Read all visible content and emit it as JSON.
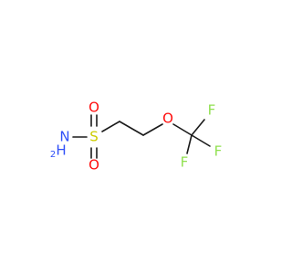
{
  "molecule": {
    "atoms": {
      "sulfur": {
        "symbol": "S",
        "color": "#cccc00"
      },
      "oxygen_top": {
        "symbol": "O",
        "color": "#ff0d0d"
      },
      "oxygen_bottom": {
        "symbol": "O",
        "color": "#ff0d0d"
      },
      "nitrogen": {
        "symbol": "N",
        "color": "#3050f8"
      },
      "amine_h": {
        "symbol": "H",
        "color": "#3050f8"
      },
      "amine_h_count": "2",
      "ether_oxygen": {
        "symbol": "O",
        "color": "#ff0d0d"
      },
      "fluorine_top": {
        "symbol": "F",
        "color": "#90e050"
      },
      "fluorine_left": {
        "symbol": "F",
        "color": "#90e050"
      },
      "fluorine_right": {
        "symbol": "F",
        "color": "#90e050"
      }
    },
    "bond_color": "#1a1a1a"
  }
}
